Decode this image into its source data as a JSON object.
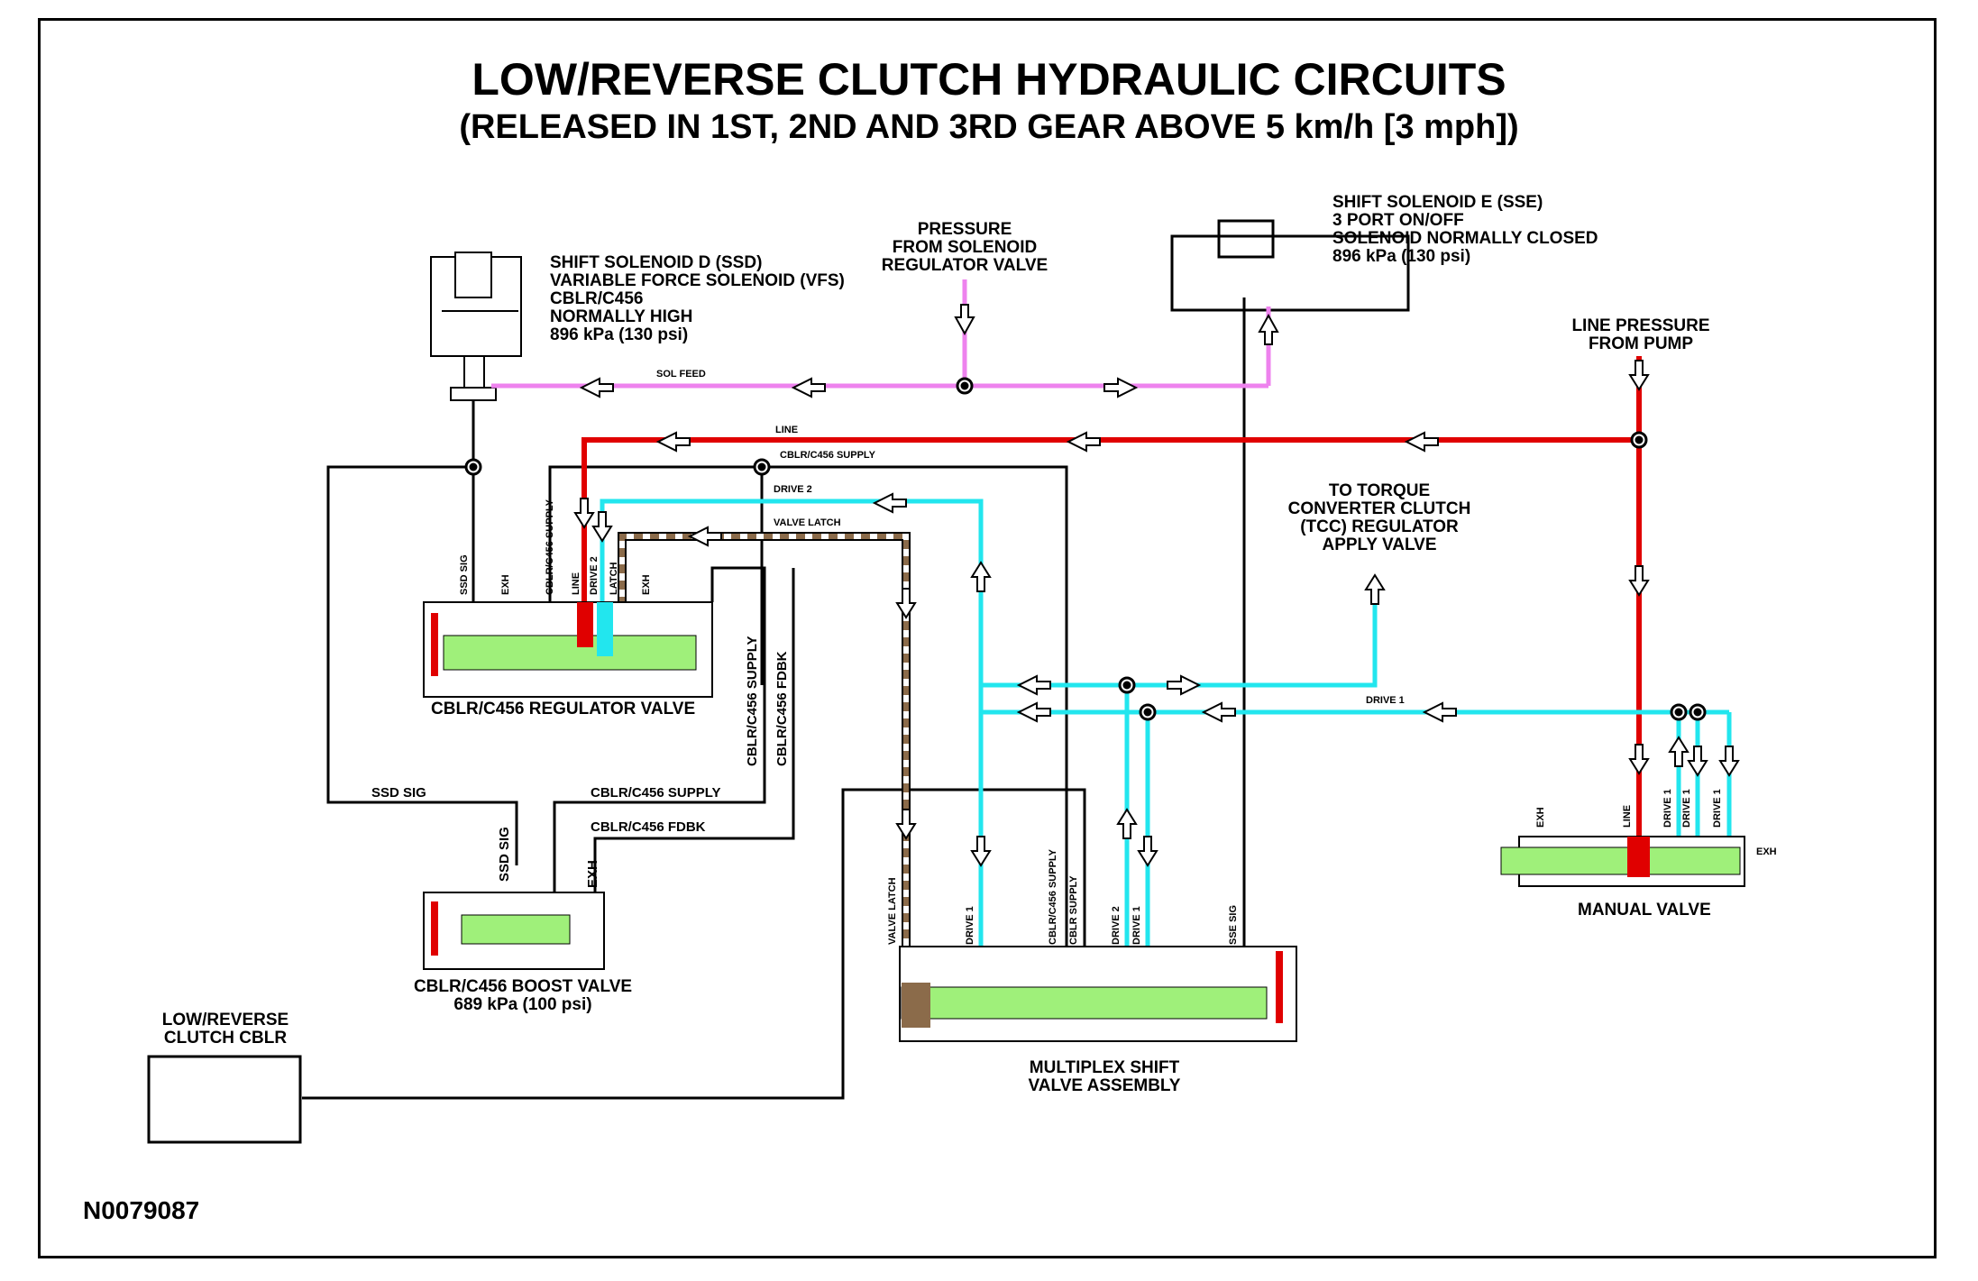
{
  "title": "LOW/REVERSE CLUTCH HYDRAULIC CIRCUITS",
  "subtitle": "(RELEASED IN 1ST, 2ND AND 3RD GEAR ABOVE 5 km/h [3 mph])",
  "figure_id": "N0079087",
  "colors": {
    "sol_feed": "#ee82ee",
    "line": "#e00000",
    "drive": "#22e6ee",
    "valve_latch": "#8b6b4a",
    "spool": "#9ff07a",
    "wire": "#000000"
  },
  "components": {
    "ssd": [
      "SHIFT SOLENOID D (SSD)",
      "VARIABLE FORCE SOLENOID (VFS)",
      "CBLR/C456",
      "NORMALLY HIGH",
      "896 kPa (130 psi)"
    ],
    "pressure_from_sol_reg": [
      "PRESSURE",
      "FROM SOLENOID",
      "REGULATOR VALVE"
    ],
    "sse": [
      "SHIFT SOLENOID E (SSE)",
      "3 PORT ON/OFF",
      "SOLENOID NORMALLY CLOSED",
      "896 kPa (130 psi)"
    ],
    "line_pressure": [
      "LINE PRESSURE",
      "FROM PUMP"
    ],
    "tcc": [
      "TO TORQUE",
      "CONVERTER CLUTCH",
      "(TCC) REGULATOR",
      "APPLY VALVE"
    ],
    "reg_valve": "CBLR/C456 REGULATOR VALVE",
    "boost_valve": [
      "CBLR/C456 BOOST VALVE",
      "689 kPa (100 psi)"
    ],
    "cblr": [
      "LOW/REVERSE",
      "CLUTCH CBLR"
    ],
    "multiplex": [
      "MULTIPLEX SHIFT",
      "VALVE ASSEMBLY"
    ],
    "manual": "MANUAL VALVE"
  },
  "circuit_labels": {
    "sol_feed": "SOL FEED",
    "line": "LINE",
    "cblr_supply": "CBLR/C456 SUPPLY",
    "drive2": "DRIVE 2",
    "valve_latch": "VALVE LATCH",
    "drive1": "DRIVE 1",
    "ssd_sig": "SSD SIG",
    "cblr_supply2": "CBLR/C456 SUPPLY",
    "cblr_fdbk": "CBLR/C456 FDBK",
    "cblr_supply_v": "CBLR/C456 SUPPLY",
    "cblr_fdbk_v": "CBLR/C456 FDBK"
  },
  "port_labels": {
    "reg": [
      "SSD SIG",
      "EXH",
      "CBLR/C456 SUPPLY",
      "LINE",
      "DRIVE 2",
      "LATCH",
      "EXH"
    ],
    "boost": [
      "SSD SIG",
      "EXH"
    ],
    "multiplex": [
      "VALVE LATCH",
      "DRIVE 1",
      "CBLR/C456 SUPPLY",
      "CBLR SUPPLY",
      "DRIVE 2",
      "DRIVE 1",
      "SSE SIG"
    ],
    "manual": [
      "EXH",
      "LINE",
      "DRIVE 1",
      "DRIVE 1",
      "DRIVE 1",
      "EXH"
    ]
  }
}
